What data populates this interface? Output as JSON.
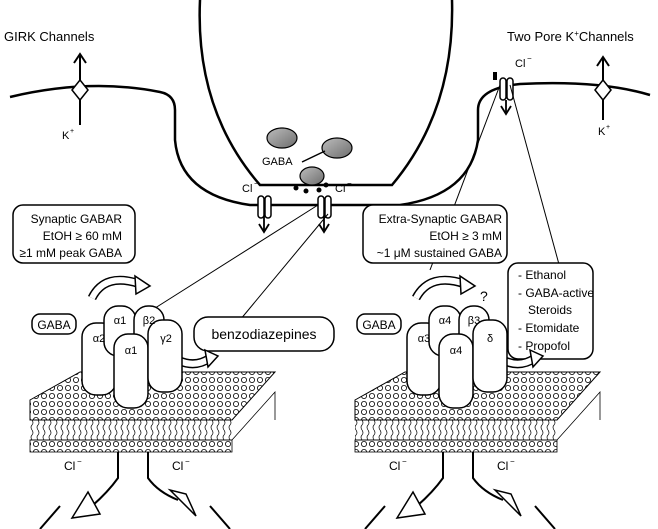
{
  "titles": {
    "left": "GIRK Channels",
    "right_main": "Two Pore K",
    "right_sup": "+",
    "right_tail": "Channels"
  },
  "ions": {
    "k": "K",
    "k_sup": "+",
    "cl": "Cl",
    "cl_sup": "−"
  },
  "gaba_label": "GABA",
  "synaptic_box": {
    "line1": "Synaptic GABAR",
    "line2": "EtOH ≥ 60 mM",
    "line3": "≥1 mM peak GABA"
  },
  "extrasynaptic_box": {
    "line1": "Extra-Synaptic GABAR",
    "line2": "EtOH ≥ 3 mM",
    "line3": "~1 μM sustained GABA"
  },
  "drug_box": {
    "items": [
      "- Ethanol",
      "- GABA-active",
      "Steroids",
      "- Etomidate",
      "- Propofol"
    ]
  },
  "benzodiazepines": "benzodiazepines",
  "synaptic_receptor": {
    "gaba": "GABA",
    "subunits": [
      "α2",
      "α1",
      "β2",
      "α1",
      "γ2"
    ]
  },
  "extrasynaptic_receptor": {
    "gaba": "GABA",
    "subunits": [
      "α3",
      "α4",
      "β3",
      "α4",
      "δ"
    ],
    "question": "?"
  }
}
